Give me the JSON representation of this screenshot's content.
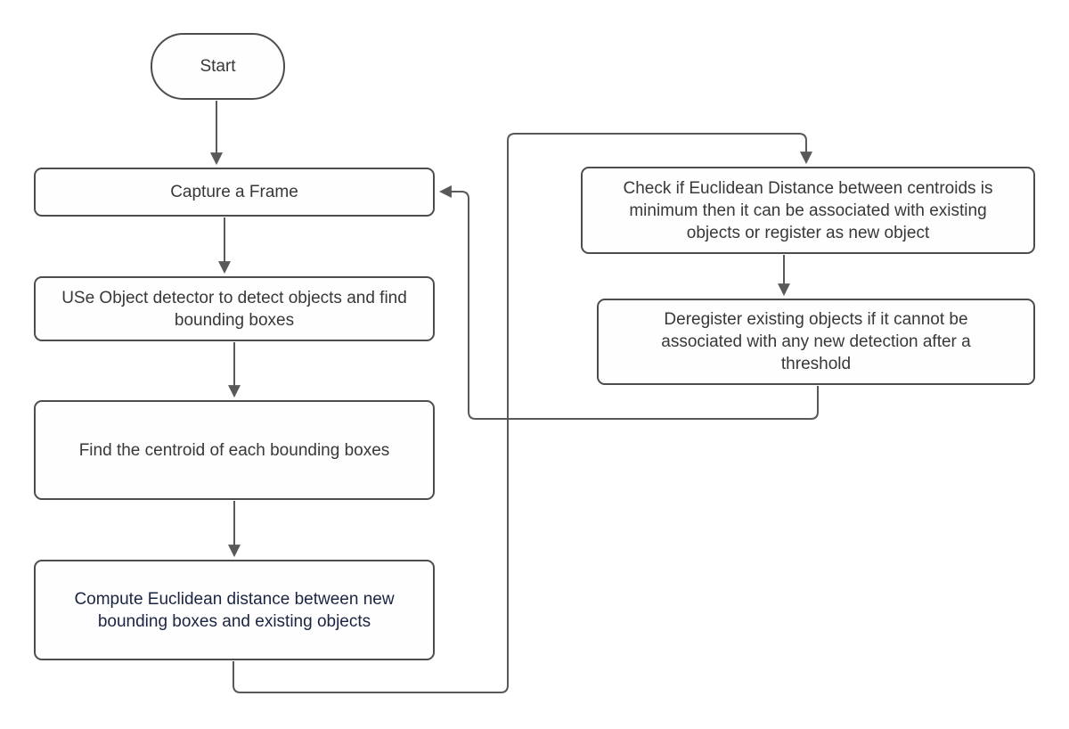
{
  "diagram": {
    "type": "flowchart",
    "colors": {
      "background": "#ffffff",
      "node_fill": "#fefefe",
      "node_border": "#4d4d4d",
      "connector": "#595959",
      "text": "#383838",
      "accent_text": "#1b2442"
    },
    "nodes": {
      "start": {
        "shape": "terminator",
        "label": "Start"
      },
      "capture": {
        "shape": "process",
        "label": "Capture a Frame"
      },
      "detect": {
        "shape": "process",
        "label": "USe Object detector to detect objects and find\nbounding boxes"
      },
      "centroid": {
        "shape": "process",
        "label": "Find the centroid of each bounding boxes"
      },
      "compute": {
        "shape": "process",
        "label": "Compute Euclidean distance between new\nbounding boxes and existing objects"
      },
      "check": {
        "shape": "process",
        "label": "Check if Euclidean Distance between centroids is\nminimum then it can be associated with existing\nobjects or  register as new object"
      },
      "deregister": {
        "shape": "process",
        "label": "Deregister existing objects if it cannot be\nassociated with any new detection after a\nthreshold"
      }
    },
    "edges": [
      {
        "from": "start",
        "to": "capture"
      },
      {
        "from": "capture",
        "to": "detect"
      },
      {
        "from": "detect",
        "to": "centroid"
      },
      {
        "from": "centroid",
        "to": "compute"
      },
      {
        "from": "compute",
        "to": "check"
      },
      {
        "from": "check",
        "to": "deregister"
      },
      {
        "from": "deregister",
        "to": "capture"
      }
    ]
  }
}
